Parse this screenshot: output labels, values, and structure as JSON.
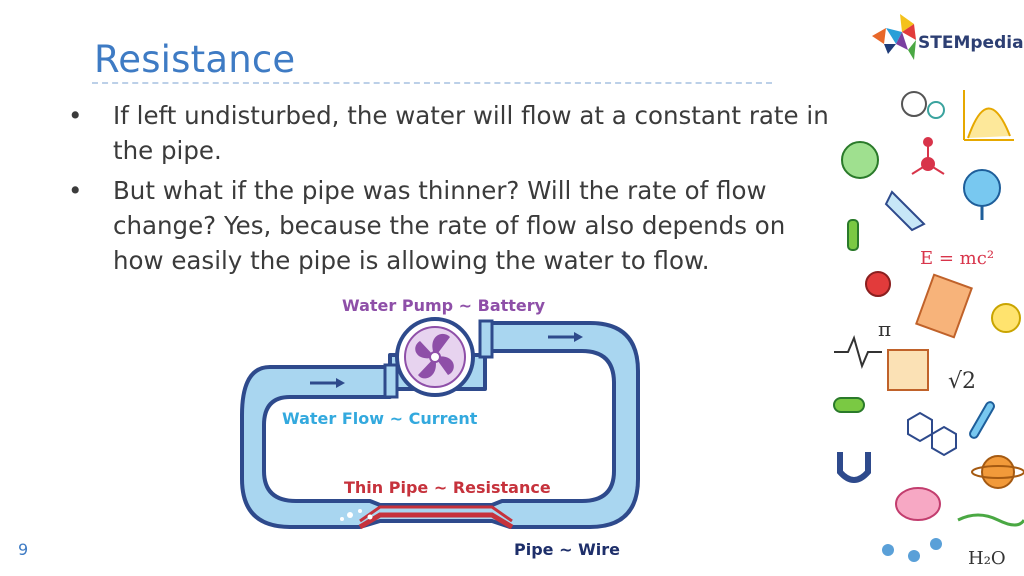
{
  "slide": {
    "title": "Resistance",
    "bullets": [
      "If left undisturbed, the water will flow at a constant rate in the pipe.",
      "But what if the pipe was thinner? Will the rate of flow change? Yes, because the rate of flow also depends on how easily the pipe is allowing the water to flow."
    ],
    "page_number": "9"
  },
  "logo": {
    "text": "STEMpedia"
  },
  "diagram": {
    "labels": {
      "pump": "Water Pump ~ Battery",
      "flow": "Water Flow ~ Current",
      "thin_pipe": "Thin Pipe ~ Resistance",
      "pipe": "Pipe ~ Wire"
    },
    "colors": {
      "pipe_outline": "#2e4a8c",
      "pipe_fill": "#a9d6f0",
      "pump": "#8e4fa8",
      "thin_pipe": "#c6323c",
      "flow_label": "#33a9de"
    }
  },
  "doodles": {
    "formula": "E = mc²",
    "pi": "π",
    "root": "√2",
    "water": "H₂O"
  }
}
